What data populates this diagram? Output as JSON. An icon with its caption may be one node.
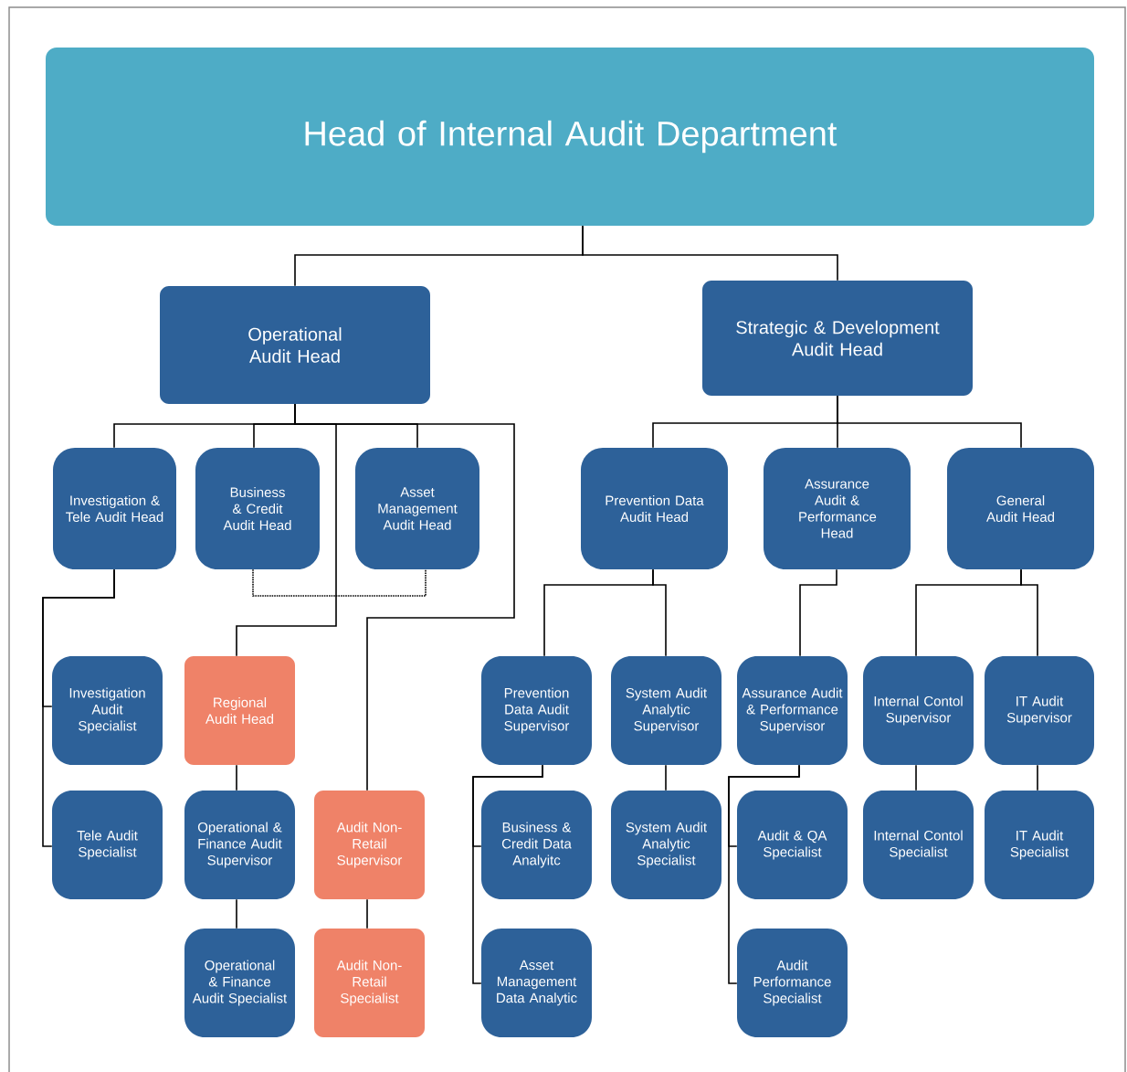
{
  "diagram": {
    "nodes": [
      {
        "text": [
          "Head of Internal Audit Department"
        ]
      },
      {
        "text": [
          "Operational Audit Head"
        ]
      },
      {
        "text": [
          "Strategic & Development Audit Head"
        ]
      },
      {
        "text": [
          "Investigation & Tele Audit Head"
        ]
      },
      {
        "text": [
          "Business & Credit Audit Head"
        ]
      },
      {
        "text": [
          "Asset Management Audit Head"
        ]
      },
      {
        "text": [
          "Prevention Data Audit Head"
        ]
      },
      {
        "text": [
          "Assurance Audit & Performance Head"
        ]
      },
      {
        "text": [
          "General Audit Head"
        ]
      },
      {
        "text": [
          "Investigation Audit Specialist"
        ]
      },
      {
        "text": [
          "Regional Audit Head"
        ]
      },
      {
        "text": [
          "Prevention Data Audit Supervisor"
        ]
      },
      {
        "text": [
          "System Audit Analytic Supervisor"
        ]
      },
      {
        "text": [
          "Assurance Audit & Performance Supervisor"
        ]
      },
      {
        "text": [
          "Internal Contol Supervisor"
        ]
      },
      {
        "text": [
          "IT Audit Supervisor"
        ]
      },
      {
        "text": [
          "Tele Audit Specialist"
        ]
      },
      {
        "text": [
          "Operational & Finance Audit Supervisor"
        ]
      },
      {
        "text": [
          "Audit Non-Retail Supervisor"
        ]
      },
      {
        "text": [
          "Business & Credit Data Analyitc"
        ]
      },
      {
        "text": [
          "System Audit Analytic Specialist"
        ]
      },
      {
        "text": [
          "Audit & QA Specialist"
        ]
      },
      {
        "text": [
          "Internal Contol Specialist"
        ]
      },
      {
        "text": [
          "IT Audit Specialist"
        ]
      },
      {
        "text": [
          "Operational & Finance Audit Specialist"
        ]
      },
      {
        "text": [
          "Audit Non-Retail Specialist"
        ]
      },
      {
        "text": [
          "Asset Management Data Analytic"
        ]
      },
      {
        "text": [
          "Audit Performance Specialist"
        ]
      }
    ],
    "edges": [
      {
        "from": 0,
        "to": 1,
        "arrow": "none"
      },
      {
        "from": 0,
        "to": 2,
        "arrow": "none"
      },
      {
        "from": 1,
        "to": 3,
        "arrow": "none"
      },
      {
        "from": 1,
        "to": 4,
        "arrow": "none"
      },
      {
        "from": 1,
        "to": 5,
        "arrow": "none"
      },
      {
        "from": 1,
        "to": 10,
        "arrow": "none"
      },
      {
        "from": 1,
        "to": 18,
        "arrow": "none"
      },
      {
        "from": 4,
        "to": 5,
        "arrow": "none",
        "style": "dashed"
      },
      {
        "from": 2,
        "to": 6,
        "arrow": "none"
      },
      {
        "from": 2,
        "to": 7,
        "arrow": "none"
      },
      {
        "from": 2,
        "to": 8,
        "arrow": "none"
      },
      {
        "from": 3,
        "to": 9,
        "arrow": "none"
      },
      {
        "from": 3,
        "to": 16,
        "arrow": "none"
      },
      {
        "from": 10,
        "to": 17,
        "arrow": "none"
      },
      {
        "from": 17,
        "to": 24,
        "arrow": "none"
      },
      {
        "from": 18,
        "to": 25,
        "arrow": "none"
      },
      {
        "from": 6,
        "to": 11,
        "arrow": "none"
      },
      {
        "from": 6,
        "to": 12,
        "arrow": "none"
      },
      {
        "from": 7,
        "to": 13,
        "arrow": "none"
      },
      {
        "from": 8,
        "to": 14,
        "arrow": "none"
      },
      {
        "from": 8,
        "to": 15,
        "arrow": "none"
      },
      {
        "from": 11,
        "to": 19,
        "arrow": "none"
      },
      {
        "from": 11,
        "to": 26,
        "arrow": "none"
      },
      {
        "from": 12,
        "to": 20,
        "arrow": "none"
      },
      {
        "from": 13,
        "to": 21,
        "arrow": "none"
      },
      {
        "from": 13,
        "to": 27,
        "arrow": "none"
      },
      {
        "from": 14,
        "to": 22,
        "arrow": "none"
      },
      {
        "from": 15,
        "to": 23,
        "arrow": "none"
      }
    ]
  }
}
